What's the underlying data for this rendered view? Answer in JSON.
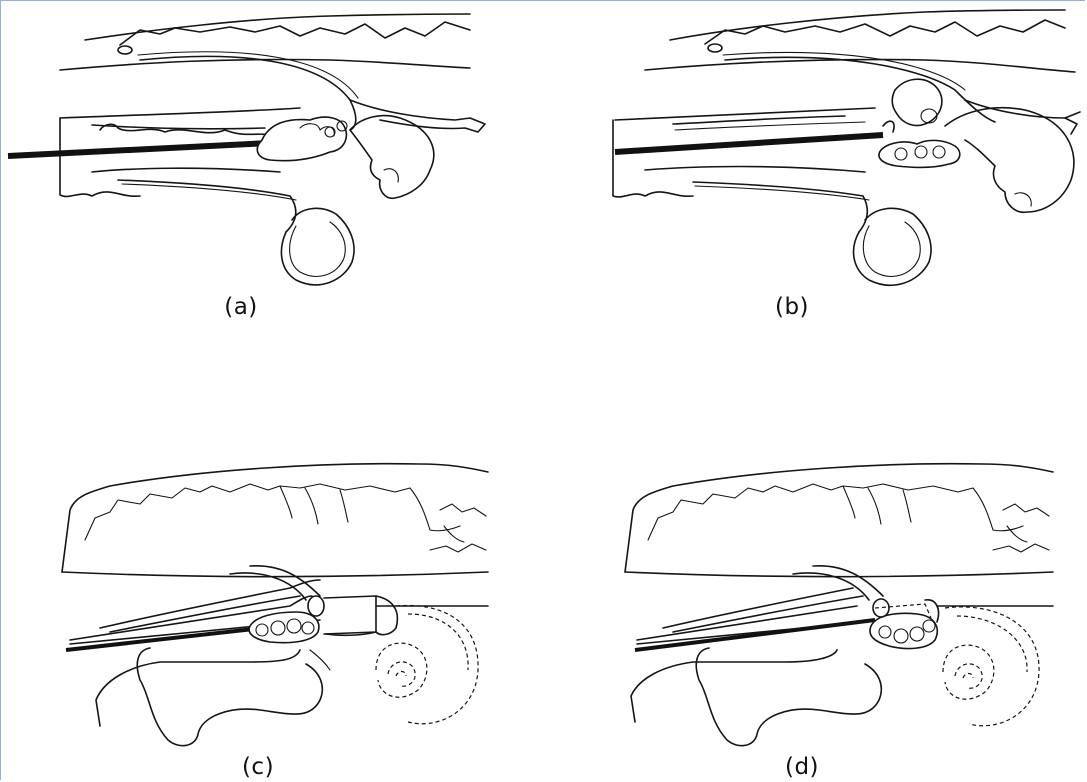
{
  "panels": {
    "a": {
      "label": "(a)"
    },
    "b": {
      "label": "(b)"
    },
    "c": {
      "label": "(c)"
    },
    "d": {
      "label": "(d)"
    }
  }
}
